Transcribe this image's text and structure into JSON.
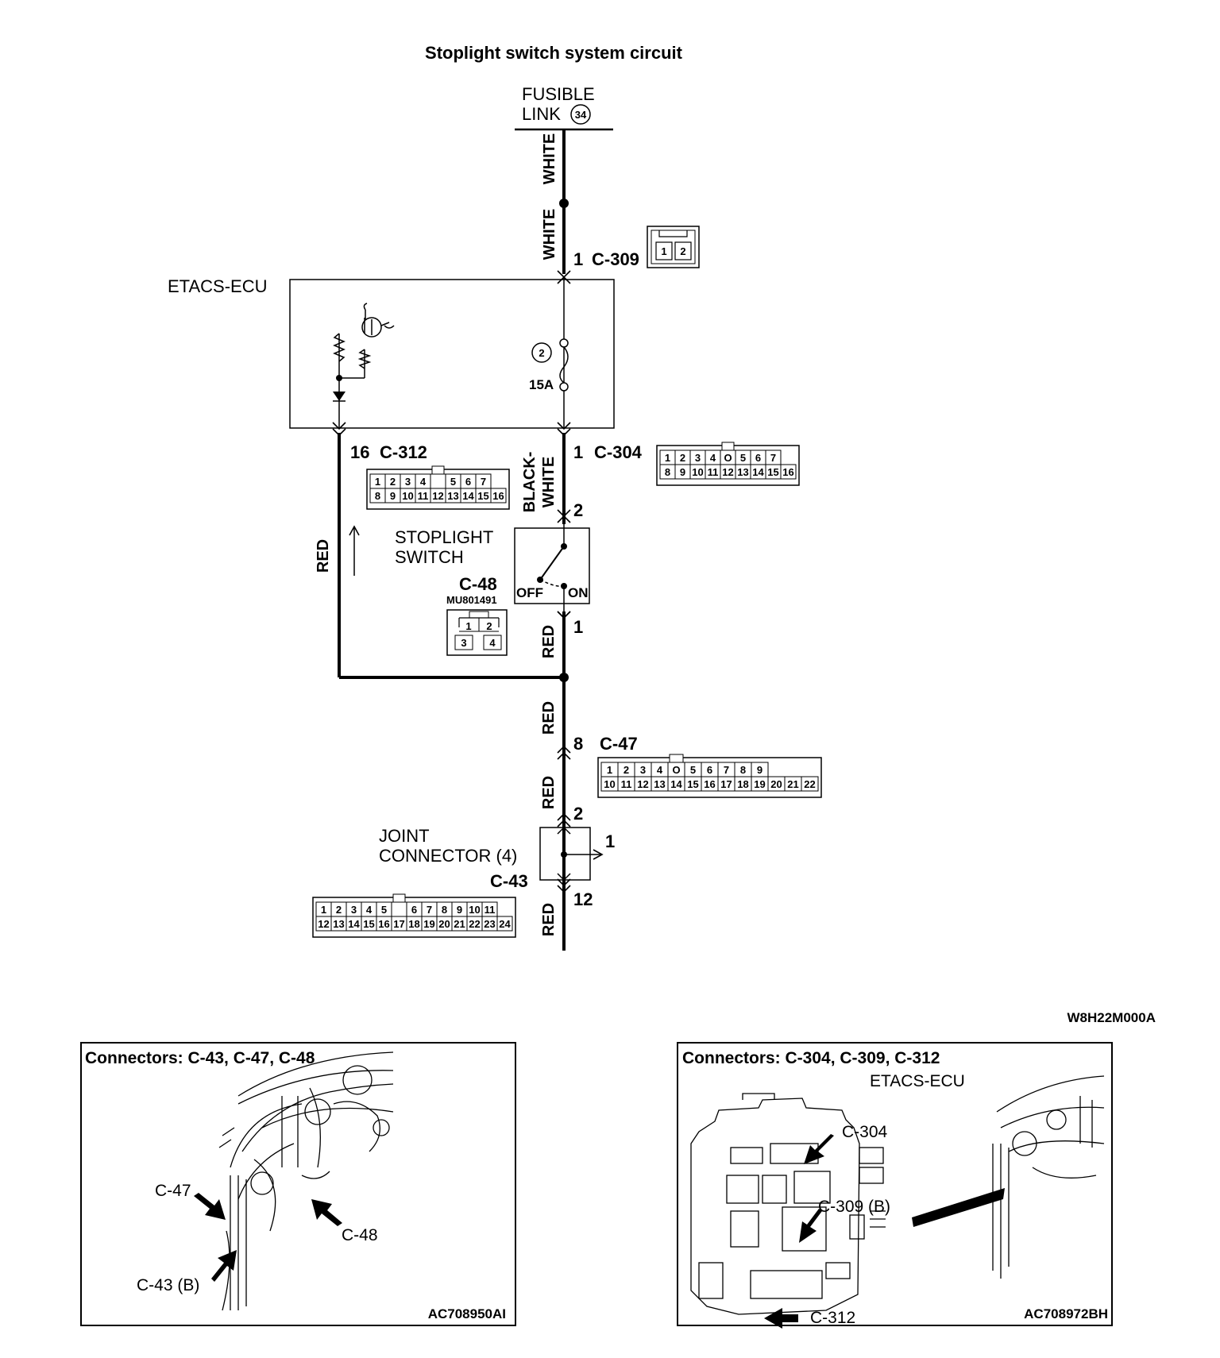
{
  "title": "Stoplight switch  system circuit",
  "fusible_link": {
    "line1": "FUSIBLE",
    "line2": "LINK",
    "number": "34"
  },
  "wires": {
    "white_top": "WHITE",
    "white_mid": "WHITE",
    "black_white_1": "BLACK-",
    "black_white_2": "WHITE",
    "red_left": "RED",
    "red_1": "RED",
    "red_2": "RED",
    "red_3": "RED",
    "red_4": "RED"
  },
  "etacs": {
    "label": "ETACS-ECU",
    "fuse_number": "2",
    "fuse_rating": "15A"
  },
  "connectors": {
    "c309": {
      "pin": "1",
      "name": "C-309",
      "cells": [
        "1",
        "2"
      ]
    },
    "c312": {
      "pin": "16",
      "name": "C-312",
      "row1": [
        "1",
        "2",
        "3",
        "4",
        "",
        "5",
        "6",
        "7"
      ],
      "row2": [
        "8",
        "9",
        "10",
        "11",
        "12",
        "13",
        "14",
        "15",
        "16"
      ]
    },
    "c304": {
      "pin_top": "1",
      "name": "C-304",
      "pin_bottom": "2",
      "row1": [
        "1",
        "2",
        "3",
        "4",
        "O",
        "5",
        "6",
        "7"
      ],
      "row2": [
        "8",
        "9",
        "10",
        "11",
        "12",
        "13",
        "14",
        "15",
        "16"
      ]
    },
    "c48": {
      "name": "C-48",
      "part": "MU801491",
      "pin": "1",
      "cells": [
        "1",
        "2",
        "3",
        "4"
      ]
    },
    "c47": {
      "pin_top": "8",
      "name": "C-47",
      "pin_bottom": "2",
      "row1": [
        "1",
        "2",
        "3",
        "4",
        "O",
        "5",
        "6",
        "7",
        "8",
        "9"
      ],
      "row2": [
        "10",
        "11",
        "12",
        "13",
        "14",
        "15",
        "16",
        "17",
        "18",
        "19",
        "20",
        "21",
        "22"
      ]
    },
    "c43": {
      "name": "C-43",
      "pin_out": "1",
      "pin_bottom": "12",
      "row1": [
        "1",
        "2",
        "3",
        "4",
        "5",
        "",
        "6",
        "7",
        "8",
        "9",
        "10",
        "11"
      ],
      "row2": [
        "12",
        "13",
        "14",
        "15",
        "16",
        "17",
        "18",
        "19",
        "20",
        "21",
        "22",
        "23",
        "24"
      ]
    }
  },
  "stoplight_switch": {
    "line1": "STOPLIGHT",
    "line2": "SWITCH",
    "off": "OFF",
    "on": "ON"
  },
  "joint_connector": {
    "line1": "JOINT",
    "line2": "CONNECTOR (4)"
  },
  "diagram_code": "W8H22M000A",
  "location_boxes": [
    {
      "title": "Connectors: C-43, C-47, C-48",
      "callouts": [
        "C-47",
        "C-48",
        "C-43 (B)"
      ],
      "code": "AC708950AI"
    },
    {
      "title": "Connectors: C-304, C-309, C-312",
      "subtitle": "ETACS-ECU",
      "callouts": [
        "C-304",
        "C-309 (B)",
        "C-312"
      ],
      "code": "AC708972BH"
    }
  ]
}
